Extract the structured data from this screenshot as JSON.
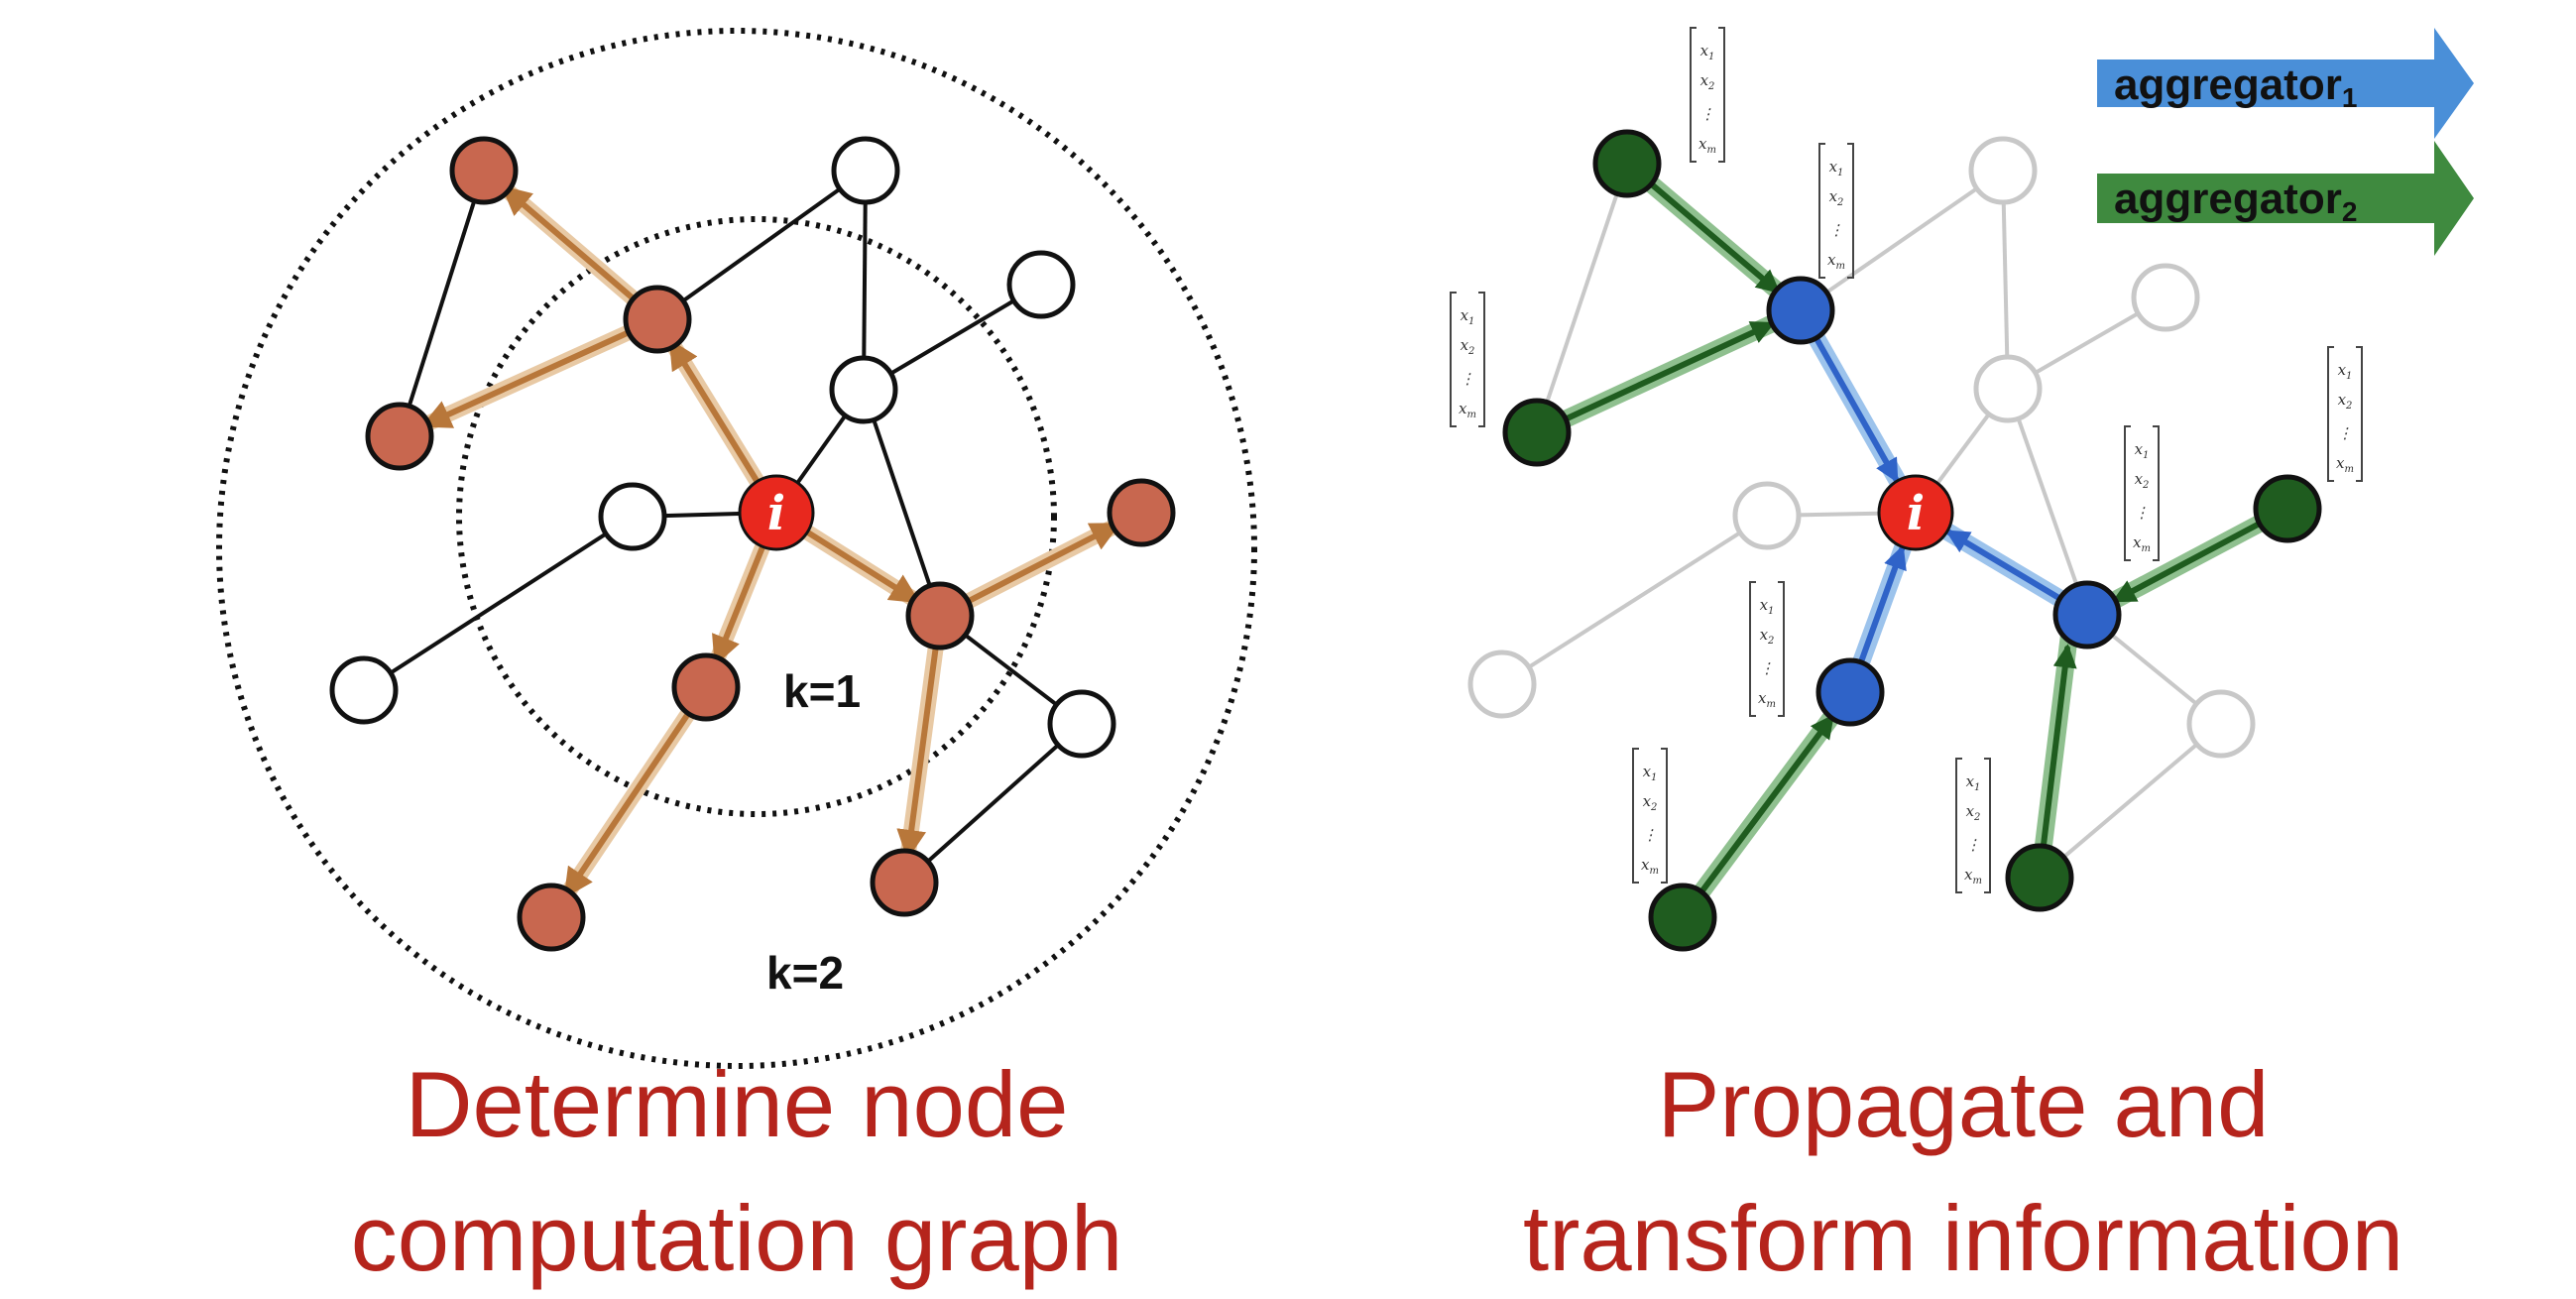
{
  "left_panel": {
    "center_label": "i",
    "ring_inner_label": "k=1",
    "ring_outer_label": "k=2",
    "caption_line1": "Determine node",
    "caption_line2": "computation graph"
  },
  "right_panel": {
    "center_label": "i",
    "legend": [
      {
        "label": "aggregator",
        "subscript": "1",
        "color": "#4a8fd8"
      },
      {
        "label": "aggregator",
        "subscript": "2",
        "color": "#3f8a3f"
      }
    ],
    "feature_vector": {
      "entries": [
        "x",
        "x",
        "⋮",
        "x"
      ],
      "subscripts": [
        "1",
        "2",
        "",
        "m"
      ]
    },
    "caption_line1": "Propagate and",
    "caption_line2": "transform information"
  },
  "colors": {
    "caption": "#b5241c",
    "center_node": "#e8281e",
    "hop_node": "#c8674f",
    "hop_edge": "#b8773a",
    "level1_node": "#2f63c8",
    "level2_node": "#1f5c1f",
    "faded": "#c8c8c8"
  }
}
